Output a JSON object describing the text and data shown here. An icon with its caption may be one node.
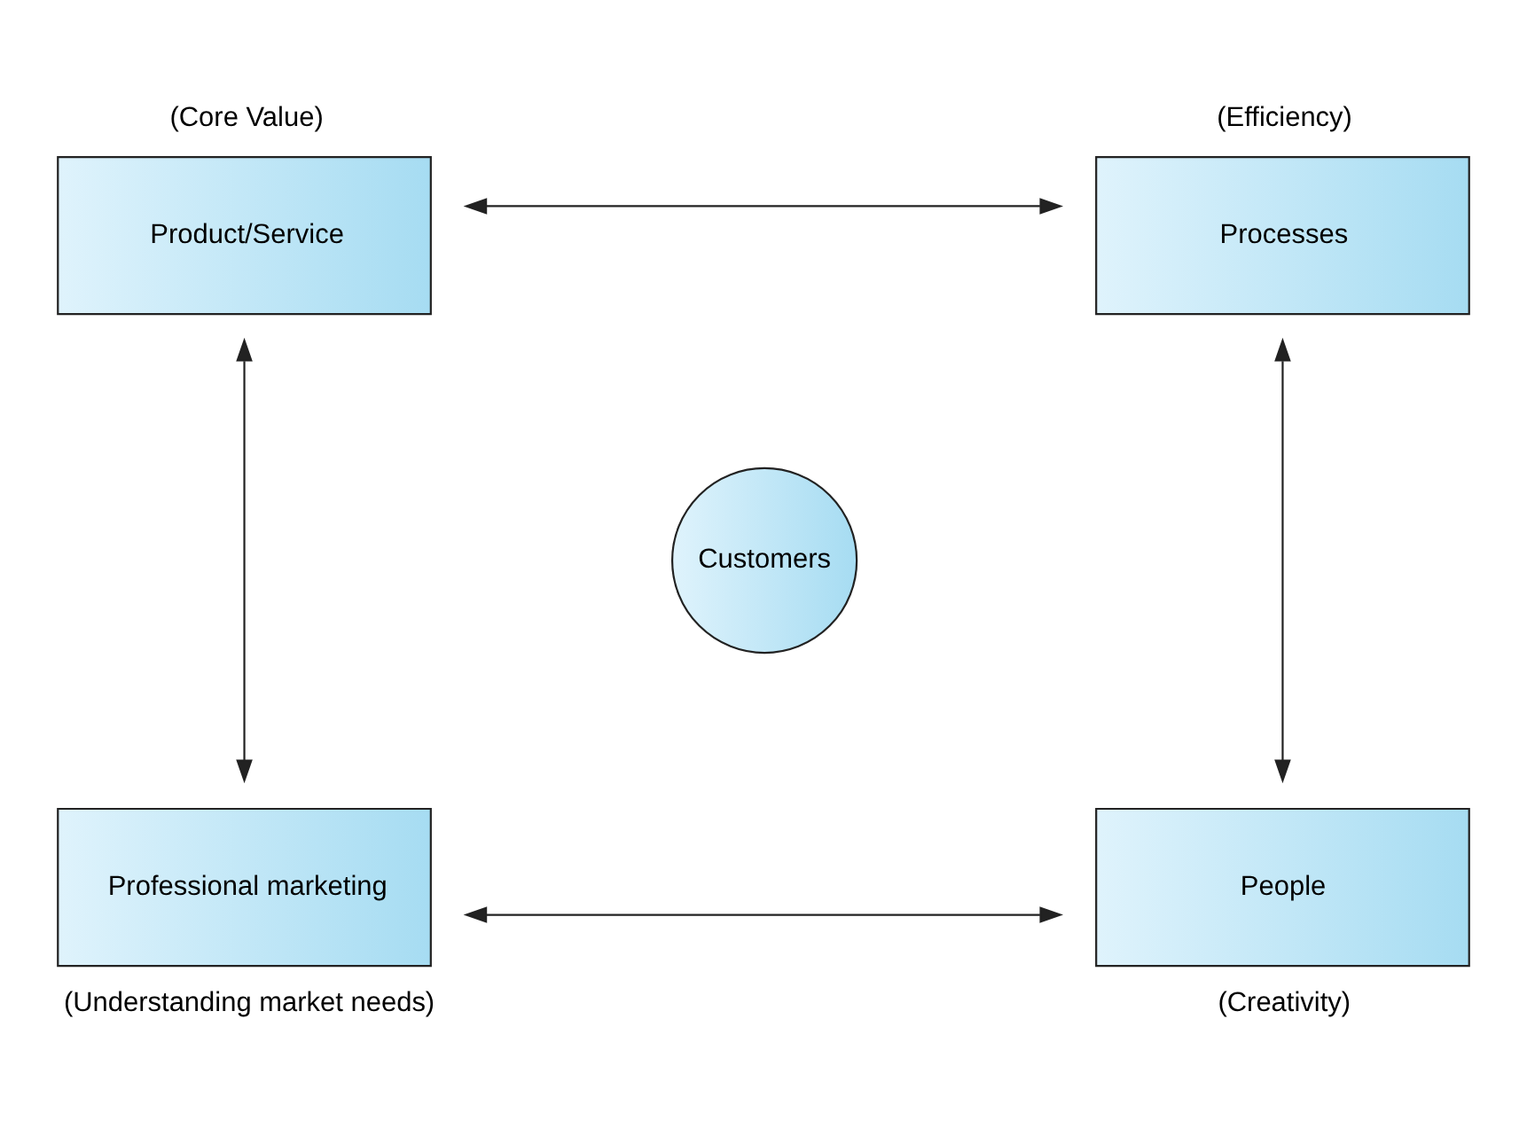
{
  "diagram": {
    "nodes": [
      {
        "text": [
          "Product/Service"
        ],
        "beside": [
          "(Core Value)"
        ]
      },
      {
        "text": [
          "Processes"
        ],
        "beside": [
          "(Efficiency)"
        ]
      },
      {
        "text": [
          "Customers"
        ]
      },
      {
        "text": [
          "Professional marketing"
        ],
        "beside": [
          "(Understanding market needs)"
        ]
      },
      {
        "text": [
          "People"
        ],
        "beside": [
          "(Creativity)"
        ]
      }
    ],
    "edges": [
      {
        "from": 0,
        "to": 1,
        "arrow": "both"
      },
      {
        "from": 0,
        "to": 3,
        "arrow": "both"
      },
      {
        "from": 1,
        "to": 4,
        "arrow": "both"
      },
      {
        "from": 3,
        "to": 4,
        "arrow": "both"
      }
    ]
  }
}
